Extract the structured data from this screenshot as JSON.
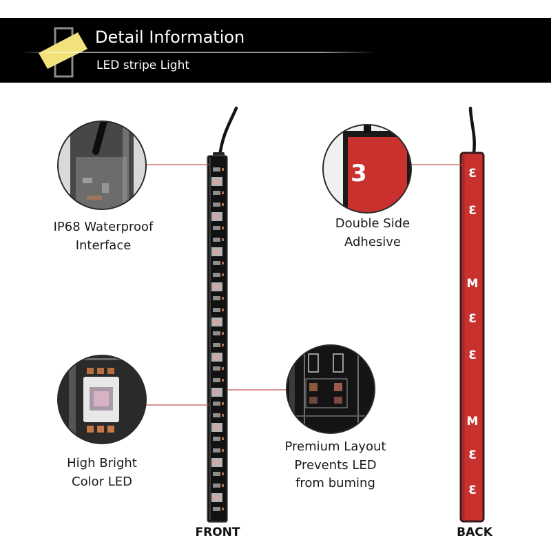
{
  "header": {
    "title": "Detail Information",
    "subtitle": "LED stripe Light"
  },
  "callouts": [
    {
      "lines": [
        "IP68 Waterproof",
        "Interface"
      ]
    },
    {
      "lines": [
        "Double Side",
        "Adhesive"
      ]
    },
    {
      "lines": [
        "High Bright",
        "Color LED"
      ]
    },
    {
      "lines": [
        "Premium Layout",
        "Prevents LED",
        "from buming"
      ]
    }
  ],
  "views": {
    "front": "FRONT",
    "back": "BACK"
  },
  "tape_print": {
    "marks": [
      "3",
      "3",
      "M",
      "3",
      "3",
      "M",
      "3",
      "3"
    ],
    "zoom_mark": "3"
  },
  "colors": {
    "header_bg": "#000000",
    "accent_yellow": "#f3e27c",
    "tape_red": "#c8312e",
    "callout_line": "#c55555",
    "strip_black": "#121212"
  }
}
